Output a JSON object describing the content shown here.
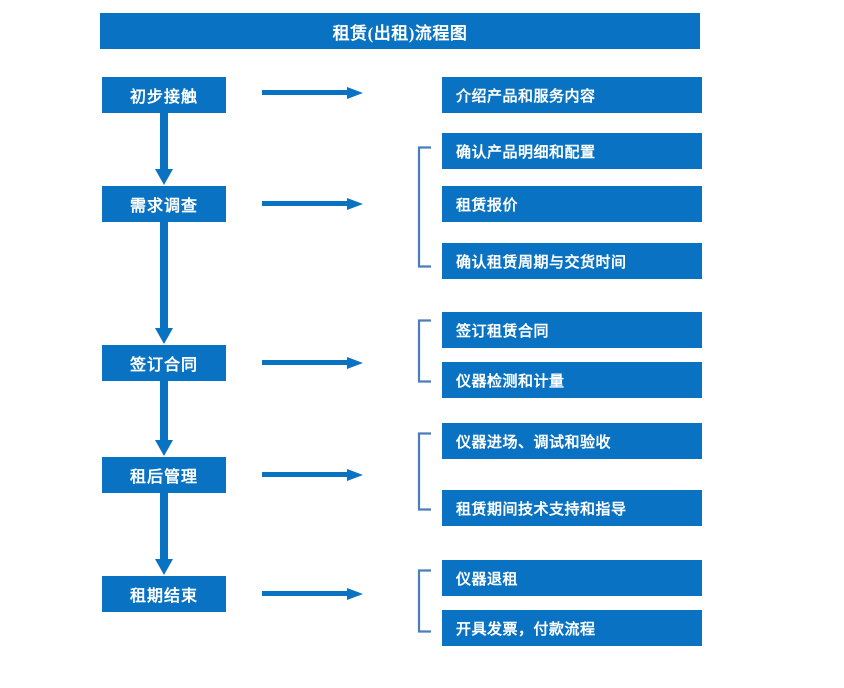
{
  "chart_data": {
    "type": "diagram",
    "title": "租赁(出租)流程图",
    "diagram_kind": "flowchart",
    "orientation": "vertical-with-side-details",
    "accent_color": "#0a72c2",
    "bracket_color": "#4a7ebb",
    "background": "#ffffff",
    "stages": [
      {
        "label": "初步接触",
        "details": [
          "介绍产品和服务内容"
        ]
      },
      {
        "label": "需求调查",
        "details": [
          "确认产品明细和配置",
          "租赁报价",
          "确认租赁周期与交货时间"
        ]
      },
      {
        "label": "签订合同",
        "details": [
          "签订租赁合同",
          "仪器检测和计量"
        ]
      },
      {
        "label": "租后管理",
        "details": [
          "仪器进场、调试和验收",
          "租赁期间技术支持和指导"
        ]
      },
      {
        "label": "租期结束",
        "details": [
          "仪器退租",
          "开具发票，付款流程"
        ]
      }
    ]
  },
  "header": {
    "title": "租赁(出租)流程图"
  },
  "stages": [
    {
      "label": "初步接触"
    },
    {
      "label": "需求调查"
    },
    {
      "label": "签订合同"
    },
    {
      "label": "租后管理"
    },
    {
      "label": "租期结束"
    }
  ],
  "details": [
    {
      "label": "介绍产品和服务内容"
    },
    {
      "label": "确认产品明细和配置"
    },
    {
      "label": "租赁报价"
    },
    {
      "label": "确认租赁周期与交货时间"
    },
    {
      "label": "签订租赁合同"
    },
    {
      "label": "仪器检测和计量"
    },
    {
      "label": "仪器进场、调试和验收"
    },
    {
      "label": "租赁期间技术支持和指导"
    },
    {
      "label": "仪器退租"
    },
    {
      "label": "开具发票，付款流程"
    }
  ],
  "colors": {
    "accent": "#0a72c2",
    "bracket": "#4a7ebb",
    "text_on_accent": "#ffffff",
    "canvas": "#ffffff"
  }
}
